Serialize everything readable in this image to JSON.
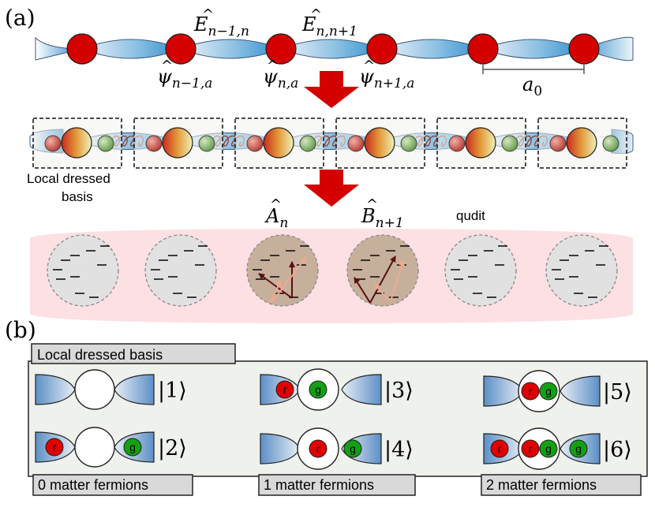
{
  "panels": {
    "a": "(a)",
    "b": "(b)"
  },
  "row1": {
    "label_E_left": {
      "base": "E",
      "sub": "n−1,n"
    },
    "label_E_right": {
      "base": "E",
      "sub": "n,n+1"
    },
    "label_psi_left": {
      "base": "ψ",
      "sub": "n−1,a"
    },
    "label_psi_mid": {
      "base": "ψ",
      "sub": "n,a"
    },
    "label_psi_right": {
      "base": "ψ",
      "sub": "n+1,a"
    },
    "spacing": {
      "base": "a",
      "sub": "0"
    }
  },
  "row2": {
    "basis_label_line1": "Local dressed",
    "basis_label_line2": "basis"
  },
  "row3": {
    "label_A": {
      "base": "A",
      "sub": "n"
    },
    "label_B": {
      "base": "B",
      "sub": "n+1"
    },
    "label_qudit": "qudit"
  },
  "panel_b": {
    "title": "Local dressed basis",
    "site_labels": {
      "r": "r",
      "g": "g"
    },
    "states": [
      "|1⟩",
      "|2⟩",
      "|3⟩",
      "|4⟩",
      "|5⟩",
      "|6⟩"
    ],
    "groups": [
      "0 matter fermions",
      "1 matter fermions",
      "2 matter fermions"
    ]
  },
  "colors": {
    "site_red": "#d40000",
    "link_blue": "#5aa8d8",
    "arrow_red": "#d40000",
    "qudit_band": "#fde0e4",
    "r_red": "#e00000",
    "g_green": "#14a014",
    "panel_bg": "#eff1ec"
  }
}
